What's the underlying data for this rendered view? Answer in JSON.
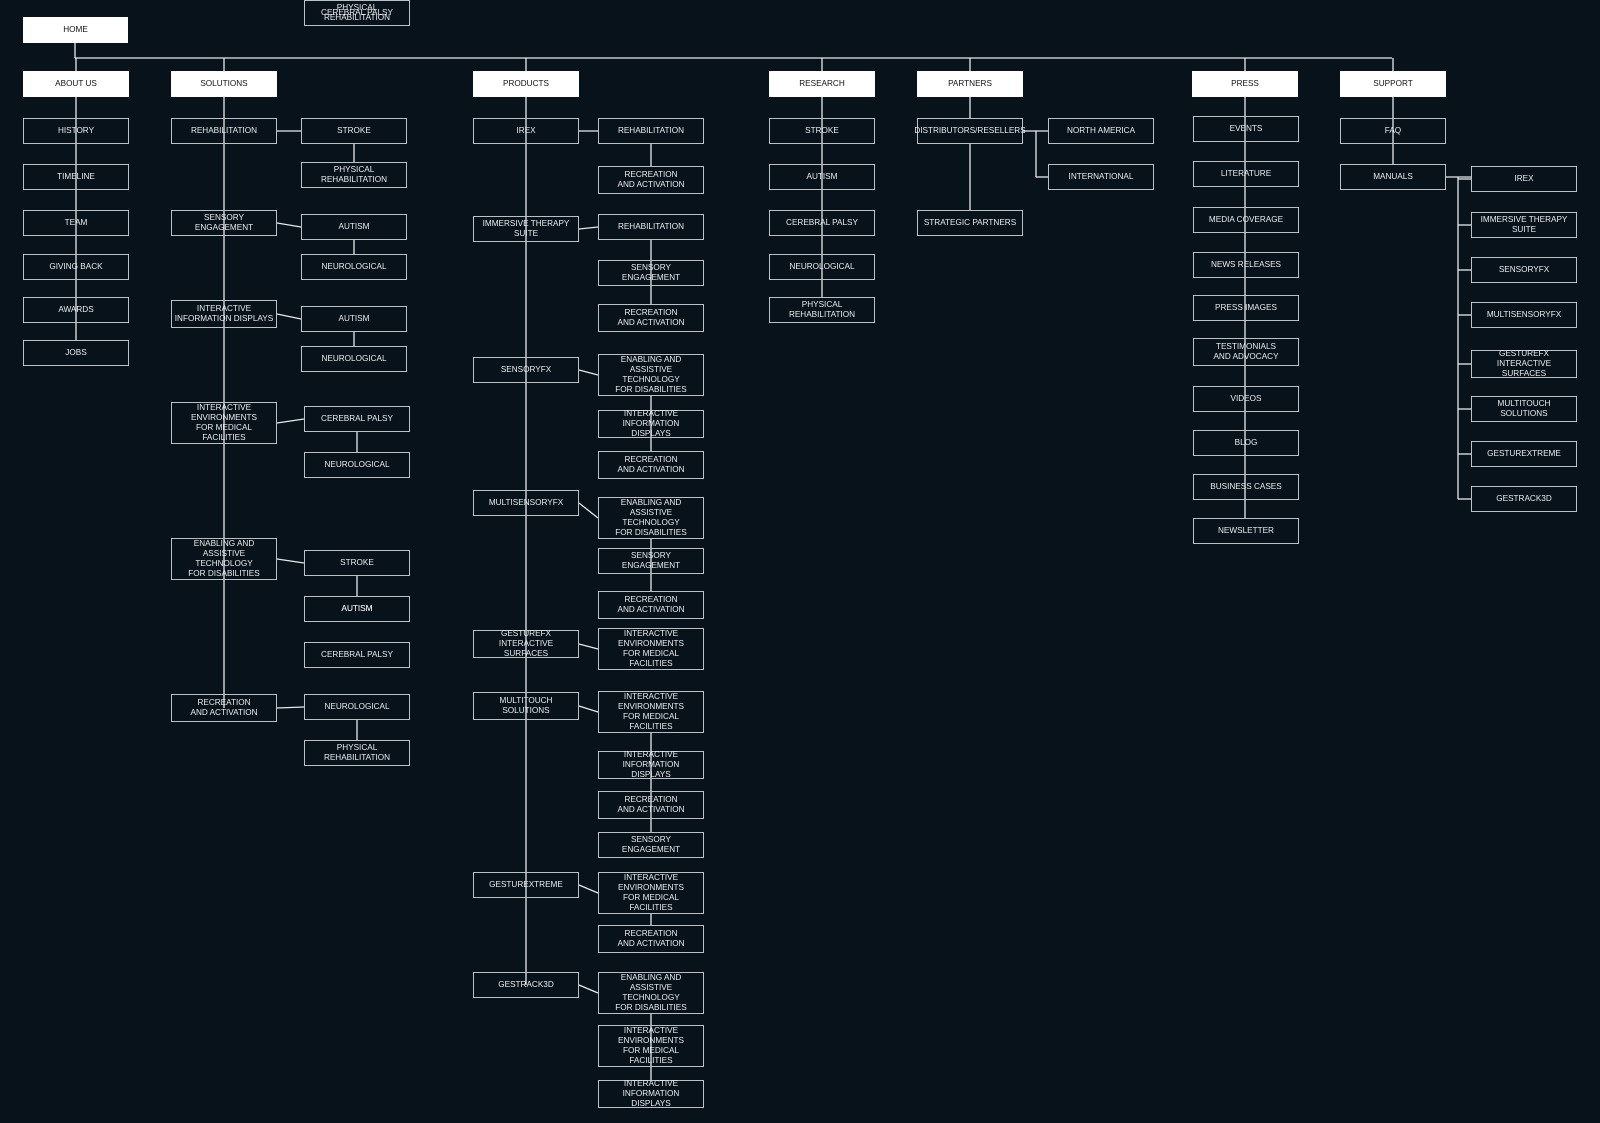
{
  "home": {
    "label": "HOME"
  },
  "sections": {
    "about": {
      "label": "ABOUT US",
      "items": [
        "HISTORY",
        "TIMELINE",
        "TEAM",
        "GIVING BACK",
        "AWARDS",
        "JOBS"
      ]
    },
    "solutions": {
      "label": "SOLUTIONS",
      "items": [
        {
          "label": "REHABILITATION",
          "children": [
            "STROKE",
            "PHYSICAL REHABILITATION"
          ]
        },
        {
          "label": "SENSORY ENGAGEMENT",
          "children": [
            "AUTISM",
            "NEUROLOGICAL"
          ]
        },
        {
          "label": "INTERACTIVE\nINFORMATION DISPLAYS",
          "children": [
            "AUTISM",
            "NEUROLOGICAL"
          ]
        },
        {
          "label": "INTERACTIVE\nENVIRONMENTS\nFOR MEDICAL FACILITIES",
          "children": [
            "CEREBRAL PALSY",
            "NEUROLOGICAL",
            "PHYSICAL REHABILITATION"
          ]
        },
        {
          "label": "ENABLING AND ASSISTIVE\nTECHNOLOGY\nFOR DISABILITIES",
          "children": [
            "STROKE",
            "AUTISM",
            "CEREBRAL PALSY"
          ]
        },
        {
          "label": "RECREATION\nAND ACTIVATION",
          "children": [
            "NEUROLOGICAL",
            "PHYSICAL REHABILITATION"
          ]
        }
      ]
    },
    "products": {
      "label": "PRODUCTS",
      "items": [
        {
          "label": "IREX",
          "children": [
            "REHABILITATION",
            "RECREATION\nAND ACTIVATION"
          ]
        },
        {
          "label": "IMMERSIVE THERAPY SUITE",
          "children": [
            "REHABILITATION",
            "SENSORY ENGAGEMENT",
            "RECREATION\nAND ACTIVATION"
          ]
        },
        {
          "label": "SENSORYFX",
          "children": [
            "ENABLING AND ASSISTIVE\nTECHNOLOGY\nFOR DISABILITIES",
            "INTERACTIVE INFORMATION\nDISPLAYS",
            "RECREATION\nAND ACTIVATION"
          ]
        },
        {
          "label": "MULTISENSORYFX",
          "children": [
            "ENABLING AND ASSISTIVE\nTECHNOLOGY\nFOR DISABILITIES",
            "SENSORY ENGAGEMENT",
            "RECREATION\nAND ACTIVATION"
          ]
        },
        {
          "label": "GESTUREFX\nINTERACTIVE SURFACES",
          "children": [
            "INTERACTIVE\nENVIRONMENTS\nFOR MEDICAL FACILITIES"
          ]
        },
        {
          "label": "MULTITOUCH SOLUTIONS",
          "children": [
            "INTERACTIVE\nENVIRONMENTS\nFOR MEDICAL FACILITIES",
            "INTERACTIVE INFORMATION\nDISPLAYS",
            "RECREATION\nAND ACTIVATION",
            "SENSORY ENGAGEMENT"
          ]
        },
        {
          "label": "GESTUREXTREME",
          "children": [
            "INTERACTIVE\nENVIRONMENTS\nFOR MEDICAL FACILITIES",
            "RECREATION\nAND ACTIVATION"
          ]
        },
        {
          "label": "GESTRACK3D",
          "children": [
            "ENABLING AND ASSISTIVE\nTECHNOLOGY\nFOR DISABILITIES",
            "INTERACTIVE\nENVIRONMENTS\nFOR MEDICAL FACILITIES",
            "INTERACTIVE INFORMATION\nDISPLAYS"
          ]
        }
      ]
    },
    "research": {
      "label": "RESEARCH",
      "items": [
        "STROKE",
        "AUTISM",
        "CEREBRAL PALSY",
        "NEUROLOGICAL",
        "PHYSICAL REHABILITATION"
      ]
    },
    "partners": {
      "label": "PARTNERS",
      "items": [
        {
          "label": "DISTRIBUTORS/RESELLERS",
          "children": [
            "NORTH AMERICA",
            "INTERNATIONAL"
          ]
        },
        {
          "label": "STRATEGIC PARTNERS",
          "children": []
        }
      ]
    },
    "press": {
      "label": "PRESS",
      "items": [
        "EVENTS",
        "LITERATURE",
        "MEDIA COVERAGE",
        "NEWS RELEASES",
        "PRESS IMAGES",
        "TESTIMONIALS\nAND ADVOCACY",
        "VIDEOS",
        "BLOG",
        "BUSINESS CASES",
        "NEWSLETTER"
      ]
    },
    "support": {
      "label": "SUPPORT",
      "items": [
        {
          "label": "FAQ",
          "children": []
        },
        {
          "label": "MANUALS",
          "children": [
            "IREX",
            "IMMERSIVE THERAPY SUITE",
            "SENSORYFX",
            "MULTISENSORYFX",
            "GESTUREFX\nINTERACTIVE SURFACES",
            "MULTITOUCH SOLUTIONS",
            "GESTUREXTREME",
            "GESTRACK3D"
          ]
        }
      ]
    }
  },
  "colors": {
    "background": "#07121b",
    "line": "#e6e9ec",
    "border": "#b9c0c6",
    "primary_fill": "#ffffff"
  }
}
